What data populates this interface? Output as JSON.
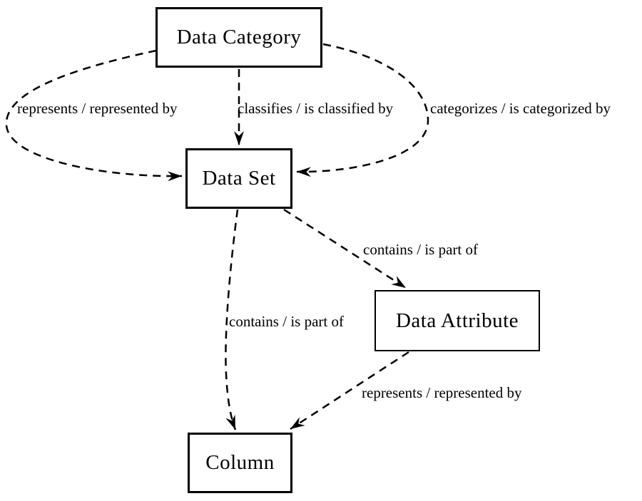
{
  "diagram": {
    "colors": {
      "stroke": "#000000",
      "background": "#ffffff"
    },
    "nodes": [
      {
        "id": "data-category",
        "label": "Data Category"
      },
      {
        "id": "data-set",
        "label": "Data Set"
      },
      {
        "id": "data-attribute",
        "label": "Data Attribute"
      },
      {
        "id": "column",
        "label": "Column"
      }
    ],
    "edges": [
      {
        "from": "Data Category",
        "to": "Data Set",
        "label": "represents / represented by",
        "style": "dashed"
      },
      {
        "from": "Data Category",
        "to": "Data Set",
        "label": "classifies / is classified by",
        "style": "dashed"
      },
      {
        "from": "Data Category",
        "to": "Data Set",
        "label": "categorizes / is categorized by",
        "style": "dashed"
      },
      {
        "from": "Data Set",
        "to": "Data Attribute",
        "label": "contains / is part of",
        "style": "dashed"
      },
      {
        "from": "Data Set",
        "to": "Column",
        "label": "contains / is part of",
        "style": "dashed"
      },
      {
        "from": "Data Attribute",
        "to": "Column",
        "label": "represents / represented by",
        "style": "dashed"
      }
    ]
  }
}
